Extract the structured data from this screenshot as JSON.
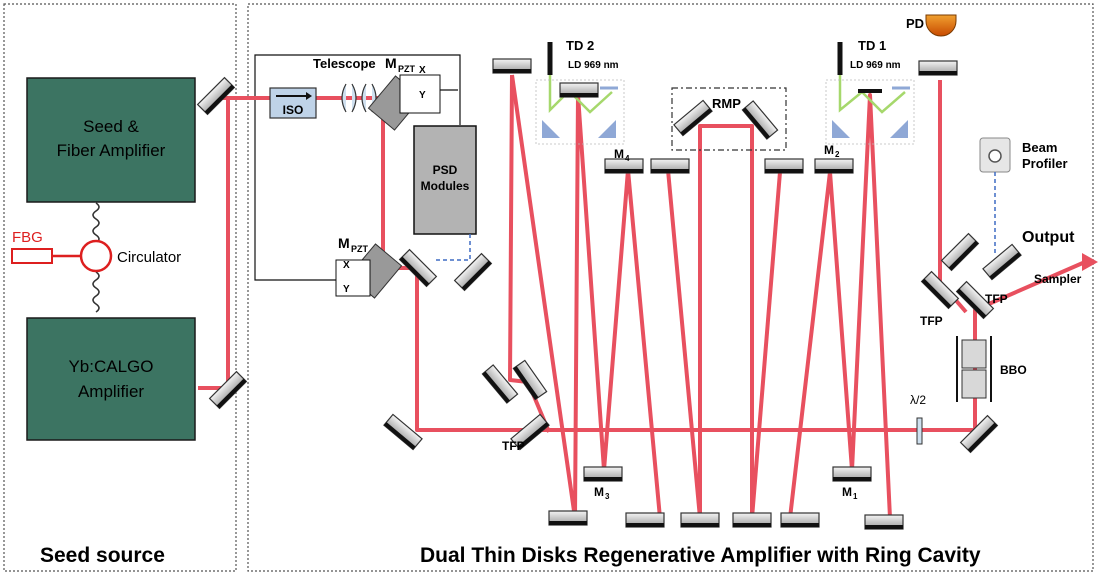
{
  "panels": {
    "seed_source": "Seed source",
    "amplifier": "Dual Thin Disks Regenerative Amplifier with Ring Cavity"
  },
  "boxes": {
    "seed_line1": "Seed &",
    "seed_line2": "Fiber Amplifier",
    "yb_line1": "Yb:CALGO",
    "yb_line2": "Amplifier",
    "psd_line1": "PSD",
    "psd_line2": "Modules",
    "iso": "ISO"
  },
  "labels": {
    "fbg": "FBG",
    "circulator": "Circulator",
    "telescope": "Telescope",
    "mpzt": "M",
    "pzt_sub": "PZT",
    "x": "X",
    "y": "Y",
    "td2": "TD 2",
    "td1": "TD 1",
    "ld_td2": "LD 969 nm",
    "ld_td1": "LD 969 nm",
    "rmp": "RMP",
    "pd": "PD",
    "m4": "M",
    "m4_sub": "4",
    "m2": "M",
    "m2_sub": "2",
    "m3": "M",
    "m3_sub": "3",
    "m1": "M",
    "m1_sub": "1",
    "beam_profiler_1": "Beam",
    "beam_profiler_2": "Profiler",
    "output": "Output",
    "sampler": "Sampler",
    "tfp_right": "TFP",
    "tfp_left": "TFP",
    "tfp_bottom": "TFP",
    "bbo": "BBO",
    "half_wave": "λ/2"
  },
  "colors": {
    "beam": "#e8505f",
    "box_fill": "#3c7462",
    "psd_fill": "#b3b3b3",
    "pump": "#a6d86c",
    "prism": "#8fa8d6",
    "fbg": "#dd1f1f",
    "dashed_link": "#3e6cc4",
    "pd_body": "#d9801a"
  }
}
